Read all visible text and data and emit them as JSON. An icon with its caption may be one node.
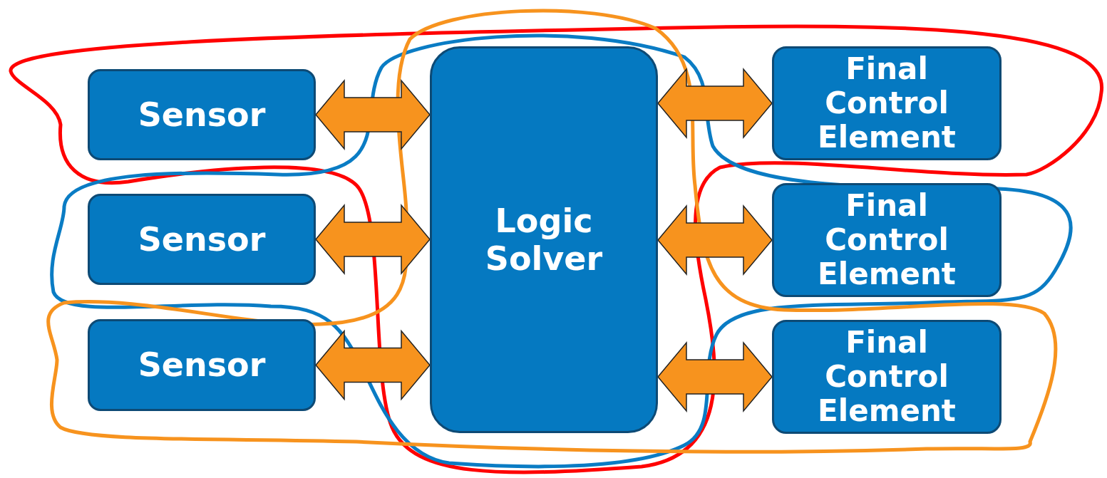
{
  "diagram": {
    "nodes": [
      {
        "text": [
          "Sensor"
        ]
      },
      {
        "text": [
          "Sensor"
        ]
      },
      {
        "text": [
          "Sensor"
        ]
      },
      {
        "text": [
          "Logic Solver"
        ]
      },
      {
        "text": [
          "Final Control Element"
        ]
      },
      {
        "text": [
          "Final Control Element"
        ]
      },
      {
        "text": [
          "Final Control Element"
        ]
      }
    ],
    "edges": [
      {
        "from": 0,
        "to": 3,
        "arrow": "both"
      },
      {
        "from": 1,
        "to": 3,
        "arrow": "both"
      },
      {
        "from": 2,
        "to": 3,
        "arrow": "both"
      },
      {
        "from": 3,
        "to": 4,
        "arrow": "both"
      },
      {
        "from": 3,
        "to": 5,
        "arrow": "both"
      },
      {
        "from": 3,
        "to": 6,
        "arrow": "both"
      }
    ]
  }
}
